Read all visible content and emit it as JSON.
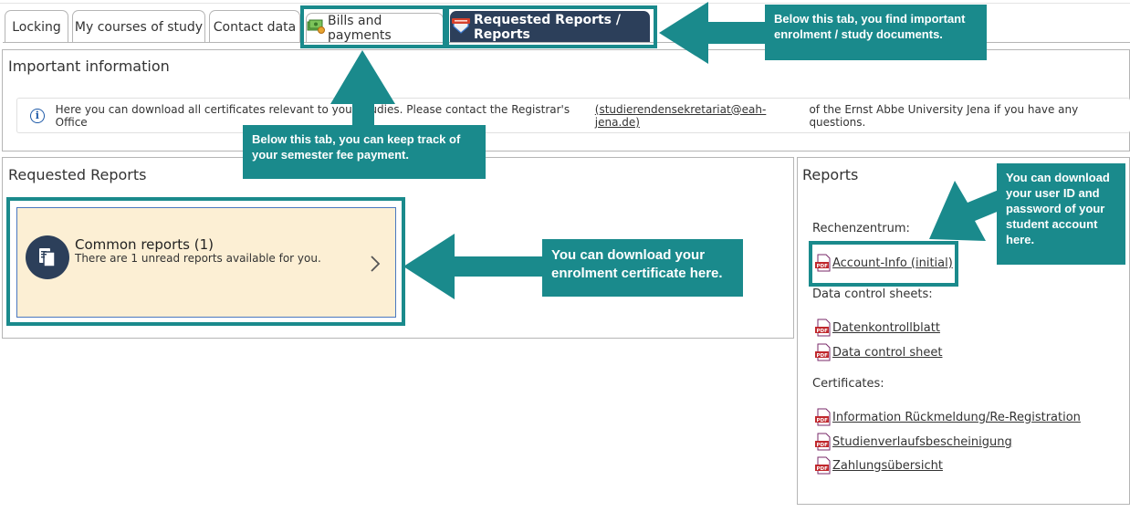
{
  "tabs": [
    {
      "label": "Locking",
      "icon": "",
      "active": false
    },
    {
      "label": "My courses of study",
      "icon": "",
      "active": false
    },
    {
      "label": "Contact data",
      "icon": "",
      "active": false
    },
    {
      "label": "Bills and payments",
      "icon": "money-icon",
      "active": false
    },
    {
      "label": "Requested Reports / Reports",
      "icon": "new-badge-icon",
      "active": true
    }
  ],
  "important_info": {
    "title": "Important information",
    "message_before": "Here you can download all certificates relevant to your studies. Please contact the Registrar's Office",
    "email": "(studierendensekretariat@eah-jena.de)",
    "message_after": "of the Ernst Abbe University Jena if you have any questions."
  },
  "requested_reports": {
    "title": "Requested Reports",
    "card_title": "Common reports (1)",
    "card_subtitle": "There are 1 unread reports available for you."
  },
  "reports": {
    "title": "Reports",
    "sections": [
      {
        "label": "Rechenzentrum:",
        "links": [
          "Account-Info (initial)"
        ]
      },
      {
        "label": "Data control sheets:",
        "links": [
          "Datenkontrollblatt",
          "Data control sheet"
        ]
      },
      {
        "label": "Certificates:",
        "links": [
          "Information Rückmeldung/Re-Registration",
          "Studienverlaufsbescheinigung",
          "Zahlungsübersicht"
        ]
      }
    ]
  },
  "annotations": {
    "documents_tab": "Below this tab, you find important enrolment / study documents.",
    "payments_tab": "Below this tab, you can keep track of your semester fee payment.",
    "enrolment": "You can download your enrolment certificate here.",
    "account": "You can download your user ID and password of your student account here."
  },
  "colors": {
    "annotation_teal": "#1a8a8c",
    "active_tab": "#2c3f5a",
    "card_background": "#fcefd4",
    "card_border": "#4a78c0"
  }
}
